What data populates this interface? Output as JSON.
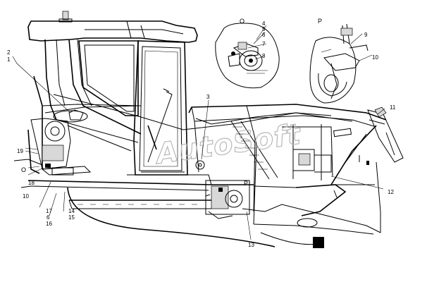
{
  "watermark": "AutoSoft",
  "views": {
    "o": {
      "title": "O",
      "callouts": [
        "4",
        "5",
        "6",
        "7",
        "8"
      ]
    },
    "p": {
      "title": "P",
      "callouts": [
        "9",
        "10"
      ]
    }
  },
  "callouts": {
    "c1": "1",
    "c2": "2",
    "c3": "3",
    "c10": "10",
    "c11": "11",
    "c12": "12",
    "c13": "13",
    "c14": "14",
    "c15": "15",
    "c16": "16",
    "c17": "17",
    "c18": "18",
    "c19": "19",
    "c6": "6"
  },
  "section_marks": {
    "o": "O",
    "p": "P"
  },
  "colors": {
    "line": "#000000",
    "watermark": "#b8b8b8",
    "background": "#ffffff"
  }
}
